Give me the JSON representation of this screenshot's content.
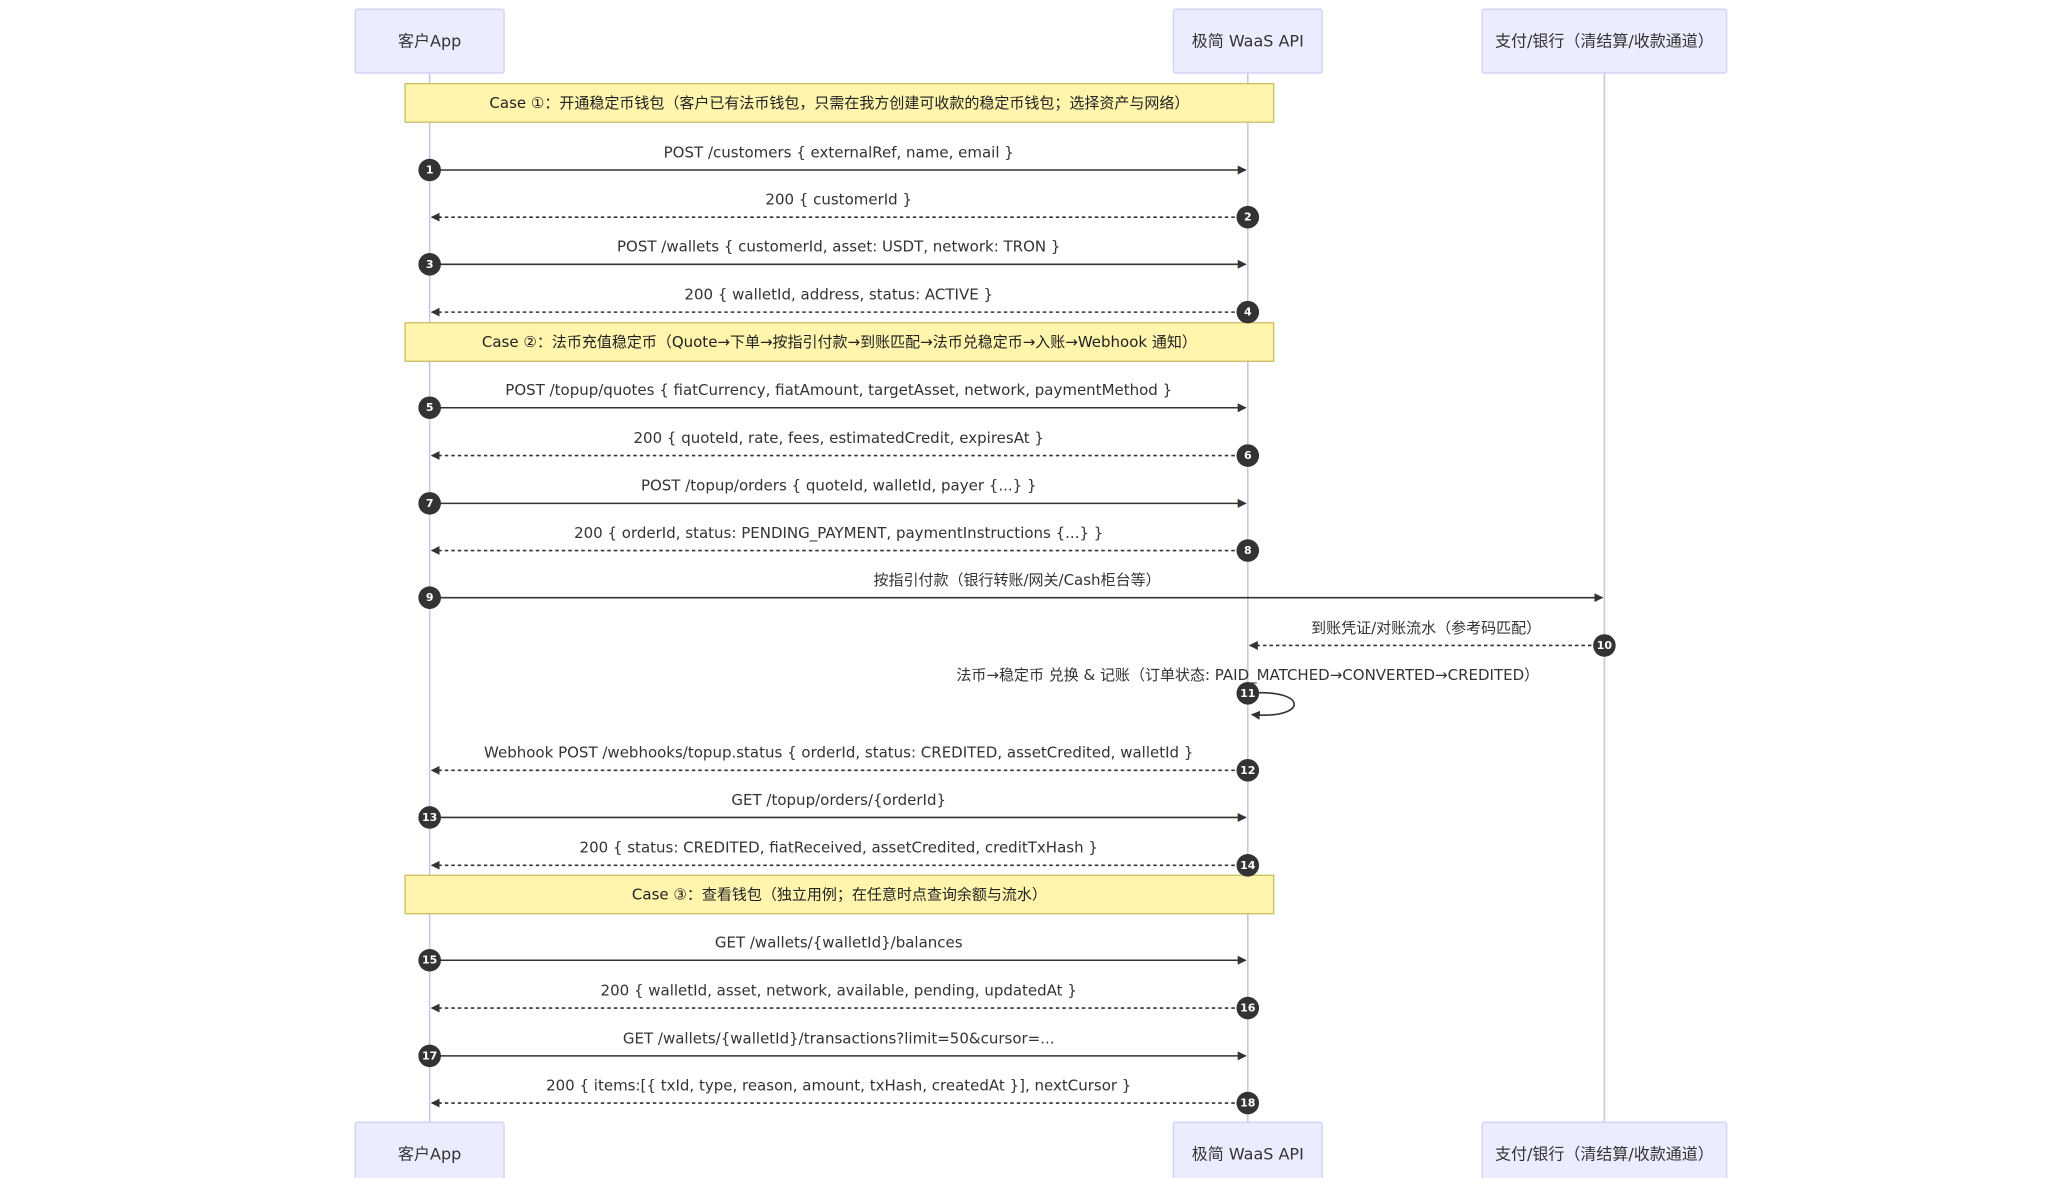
{
  "actors": [
    {
      "id": "app",
      "label": "客户App"
    },
    {
      "id": "api",
      "label": "极简 WaaS API"
    },
    {
      "id": "bank",
      "label": "支付/银行（清结算/收款通道）"
    }
  ],
  "notes": [
    {
      "id": "case1",
      "text": "Case ①：开通稳定币钱包（客户已有法币钱包，只需在我方创建可收款的稳定币钱包；选择资产与网络）"
    },
    {
      "id": "case2",
      "text": "Case ②：法币充值稳定币（Quote→下单→按指引付款→到账匹配→法币兑稳定币→入账→Webhook 通知）"
    },
    {
      "id": "case3",
      "text": "Case ③：查看钱包（独立用例；在任意时点查询余额与流水）"
    }
  ],
  "messages": [
    {
      "seq": "1",
      "from": "app",
      "to": "api",
      "style": "solid",
      "text": "POST /customers { externalRef, name, email }"
    },
    {
      "seq": "2",
      "from": "api",
      "to": "app",
      "style": "dashed",
      "text": "200 { customerId }"
    },
    {
      "seq": "3",
      "from": "app",
      "to": "api",
      "style": "solid",
      "text": "POST /wallets { customerId, asset: USDT, network: TRON }"
    },
    {
      "seq": "4",
      "from": "api",
      "to": "app",
      "style": "dashed",
      "text": "200 { walletId, address, status: ACTIVE }"
    },
    {
      "seq": "5",
      "from": "app",
      "to": "api",
      "style": "solid",
      "text": "POST /topup/quotes { fiatCurrency, fiatAmount, targetAsset, network, paymentMethod }"
    },
    {
      "seq": "6",
      "from": "api",
      "to": "app",
      "style": "dashed",
      "text": "200 { quoteId, rate, fees, estimatedCredit, expiresAt }"
    },
    {
      "seq": "7",
      "from": "app",
      "to": "api",
      "style": "solid",
      "text": "POST /topup/orders { quoteId, walletId, payer {...} }"
    },
    {
      "seq": "8",
      "from": "api",
      "to": "app",
      "style": "dashed",
      "text": "200 { orderId, status: PENDING_PAYMENT, paymentInstructions {...} }"
    },
    {
      "seq": "9",
      "from": "app",
      "to": "bank",
      "style": "solid",
      "text": "按指引付款（银行转账/网关/Cash柜台等）"
    },
    {
      "seq": "10",
      "from": "bank",
      "to": "api",
      "style": "dashed",
      "text": "到账凭证/对账流水（参考码匹配）"
    },
    {
      "seq": "11",
      "from": "api",
      "to": "api",
      "style": "solid",
      "text": "法币→稳定币 兑换 & 记账（订单状态: PAID_MATCHED→CONVERTED→CREDITED）"
    },
    {
      "seq": "12",
      "from": "api",
      "to": "app",
      "style": "dashed",
      "text": "Webhook POST /webhooks/topup.status { orderId, status: CREDITED, assetCredited, walletId }"
    },
    {
      "seq": "13",
      "from": "app",
      "to": "api",
      "style": "solid",
      "text": "GET /topup/orders/{orderId}"
    },
    {
      "seq": "14",
      "from": "api",
      "to": "app",
      "style": "dashed",
      "text": "200 { status: CREDITED, fiatReceived, assetCredited, creditTxHash }"
    },
    {
      "seq": "15",
      "from": "app",
      "to": "api",
      "style": "solid",
      "text": "GET /wallets/{walletId}/balances"
    },
    {
      "seq": "16",
      "from": "api",
      "to": "app",
      "style": "dashed",
      "text": "200 { walletId, asset, network, available, pending, updatedAt }"
    },
    {
      "seq": "17",
      "from": "app",
      "to": "api",
      "style": "solid",
      "text": "GET /wallets/{walletId}/transactions?limit=50&cursor=..."
    },
    {
      "seq": "18",
      "from": "api",
      "to": "app",
      "style": "dashed",
      "text": "200 { items:[{ txId, type, reason, amount, txHash, createdAt }], nextCursor }"
    }
  ],
  "colors": {
    "actor_fill": "#ececff",
    "actor_border": "#d4d4f5",
    "note_fill": "#fff5ad",
    "line": "#333333",
    "lifeline": "#c8c8e6"
  }
}
